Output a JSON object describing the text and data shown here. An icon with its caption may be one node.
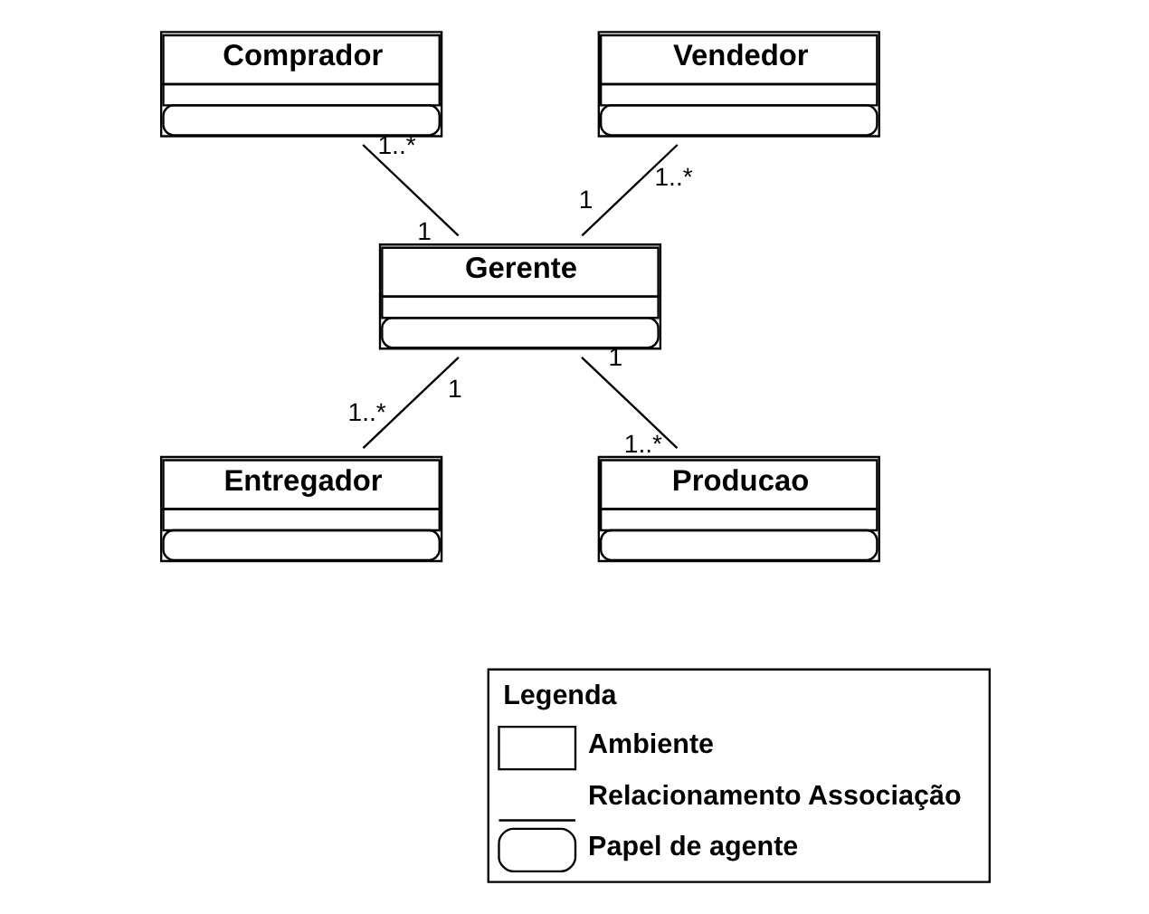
{
  "diagram": {
    "nodes": [
      {
        "text": [
          "Comprador"
        ]
      },
      {
        "text": [
          "Vendedor"
        ]
      },
      {
        "text": [
          "Gerente"
        ]
      },
      {
        "text": [
          "Entregador"
        ]
      },
      {
        "text": [
          "Producao"
        ]
      }
    ],
    "edges": [
      {
        "from": 0,
        "to": 2,
        "arrow": "none"
      },
      {
        "from": 1,
        "to": 2,
        "arrow": "none"
      },
      {
        "from": 2,
        "to": 3,
        "arrow": "none"
      },
      {
        "from": 2,
        "to": 4,
        "arrow": "none"
      }
    ],
    "labels": [
      "1..*",
      "1",
      "1..*",
      "1",
      "1",
      "1..*",
      "1",
      "1..*",
      "Legenda"
    ],
    "legend": [
      {
        "text": "Ambiente"
      },
      {
        "text": "Relacionamento Associação"
      },
      {
        "text": "Papel de agente"
      }
    ]
  }
}
